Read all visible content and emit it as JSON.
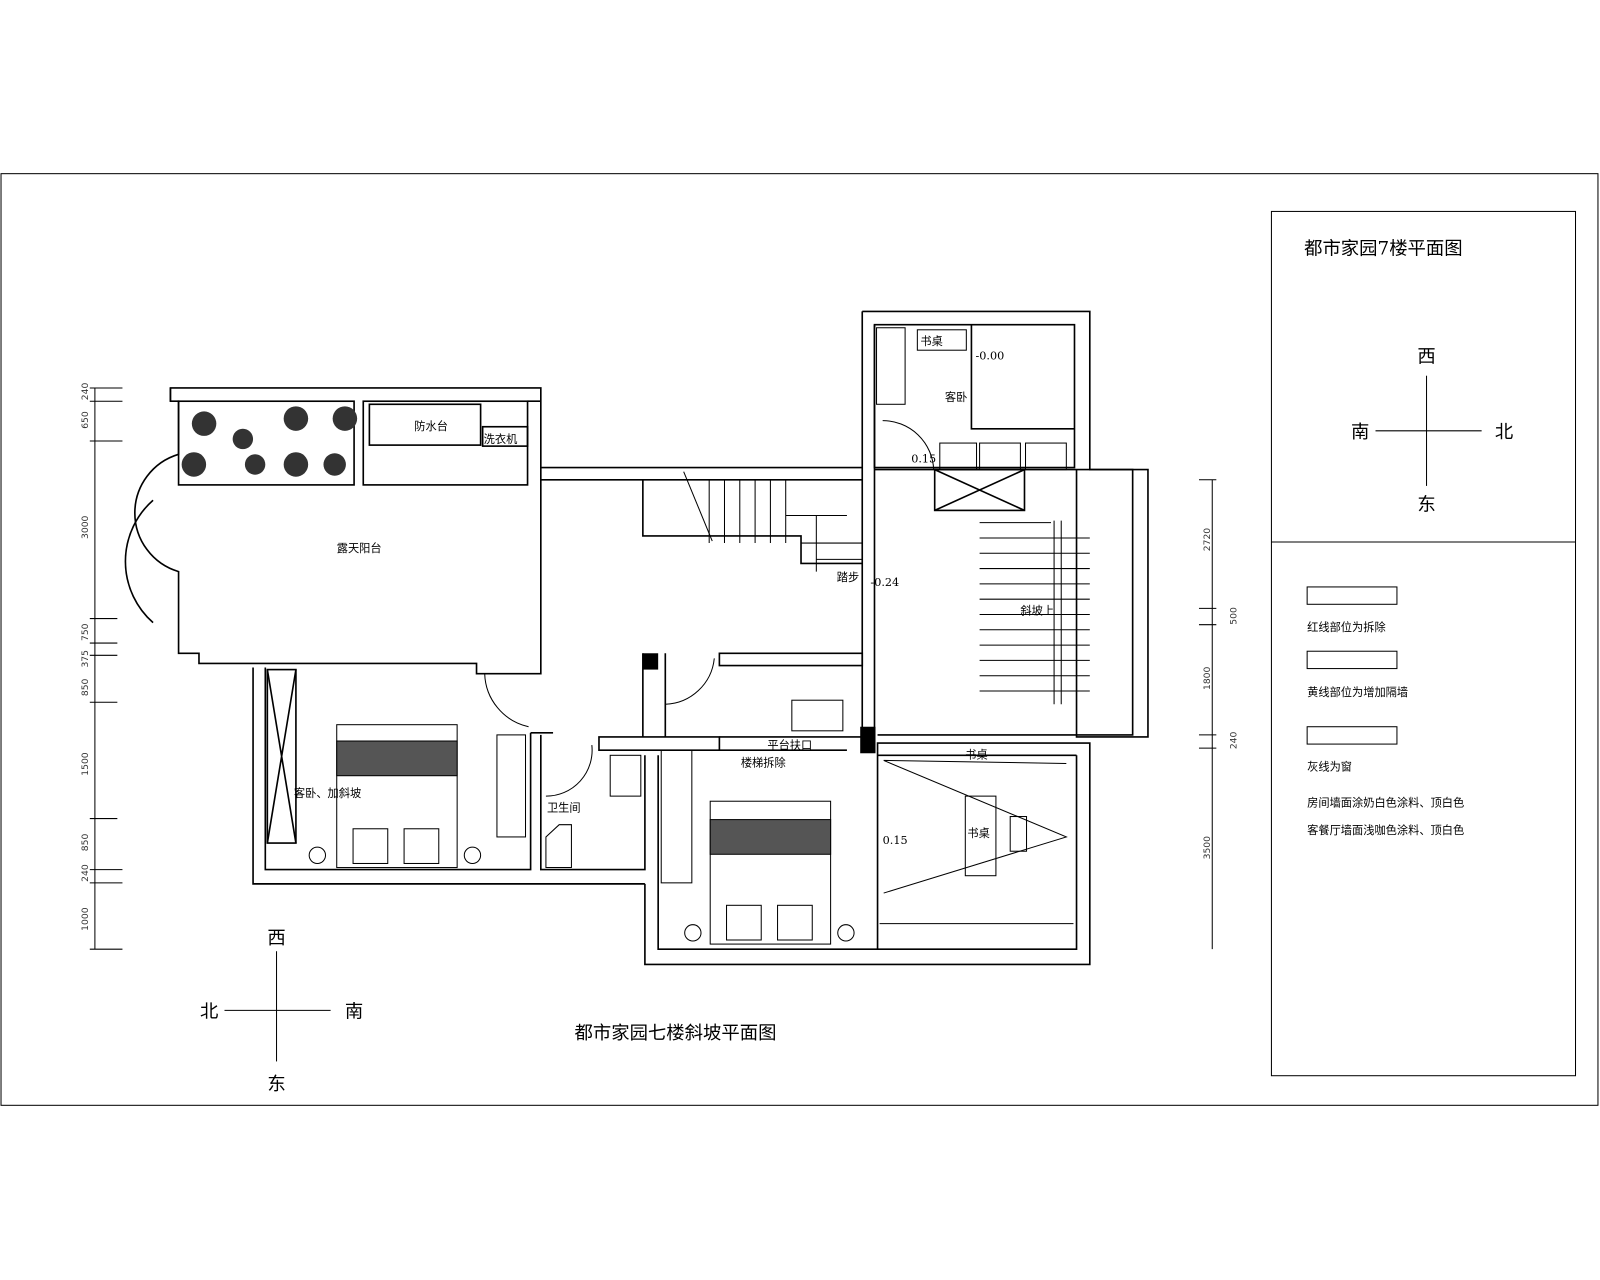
{
  "title_block": {
    "title": "都市家园7楼平面图",
    "compass": {
      "west": "西",
      "south": "南",
      "north": "北",
      "east": "东"
    },
    "legend": [
      "红线部位为拆除",
      "黄线部位为增加隔墙",
      "灰线为窗"
    ],
    "notes": [
      "房间墙面涂奶白色涂料、顶白色",
      "客餐厅墙面浅咖色涂料、顶白色"
    ]
  },
  "drawing": {
    "title": "都市家园七楼斜坡平面图",
    "compass": {
      "west": "西",
      "north": "北",
      "south": "南",
      "east": "东"
    },
    "rooms": {
      "balcony": "露天阳台",
      "washer": "洗衣机",
      "sink": "防水台",
      "guest_bedroom_slope": "客卧、加斜坡",
      "bathroom": "卫生间",
      "stairs_removed": "楼梯拆除",
      "step": "平台扶口",
      "study_desk": "书桌",
      "guest_room": "客卧",
      "desk_top": "书桌",
      "desk_bottom": "书桌",
      "stair_hole": "踏步",
      "living": "斜坡上"
    },
    "levels": {
      "top": "-0.00",
      "door": "0.15",
      "corridor": "-0.24",
      "bottom": "0.15"
    },
    "dims_left": [
      "240",
      "650",
      "3000",
      "750",
      "375",
      "850",
      "1500",
      "850",
      "240",
      "1000"
    ],
    "dims_right": [
      "2720",
      "500",
      "1800",
      "240",
      "3500"
    ]
  }
}
